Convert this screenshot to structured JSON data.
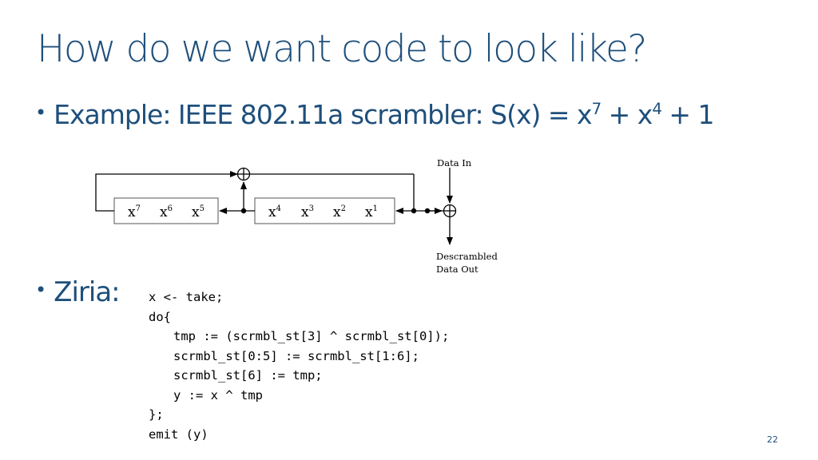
{
  "slide": {
    "title": "How do we want code to look like?",
    "bullet1": {
      "prefix": "Example: IEEE 802.11a scrambler: S(x) = x",
      "exp1": "7",
      "mid": " + x",
      "exp2": "4",
      "suffix": " + 1"
    },
    "bullet2": {
      "label": "Ziria:"
    },
    "page_number": "22"
  },
  "diagram": {
    "data_in": "Data In",
    "data_out_line1": "Descrambled",
    "data_out_line2": "Data Out",
    "left_register": [
      {
        "base": "x",
        "exp": "7"
      },
      {
        "base": "x",
        "exp": "6"
      },
      {
        "base": "x",
        "exp": "5"
      }
    ],
    "right_register": [
      {
        "base": "x",
        "exp": "4"
      },
      {
        "base": "x",
        "exp": "3"
      },
      {
        "base": "x",
        "exp": "2"
      },
      {
        "base": "x",
        "exp": "1"
      }
    ]
  },
  "code": {
    "lines": [
      "x <- take;",
      "do{",
      "tmp := (scrmbl_st[3] ^ scrmbl_st[0]);",
      "scrmbl_st[0:5] := scrmbl_st[1:6];",
      "scrmbl_st[6] := tmp;",
      "y := x ^ tmp",
      "};",
      "emit (y)"
    ]
  }
}
